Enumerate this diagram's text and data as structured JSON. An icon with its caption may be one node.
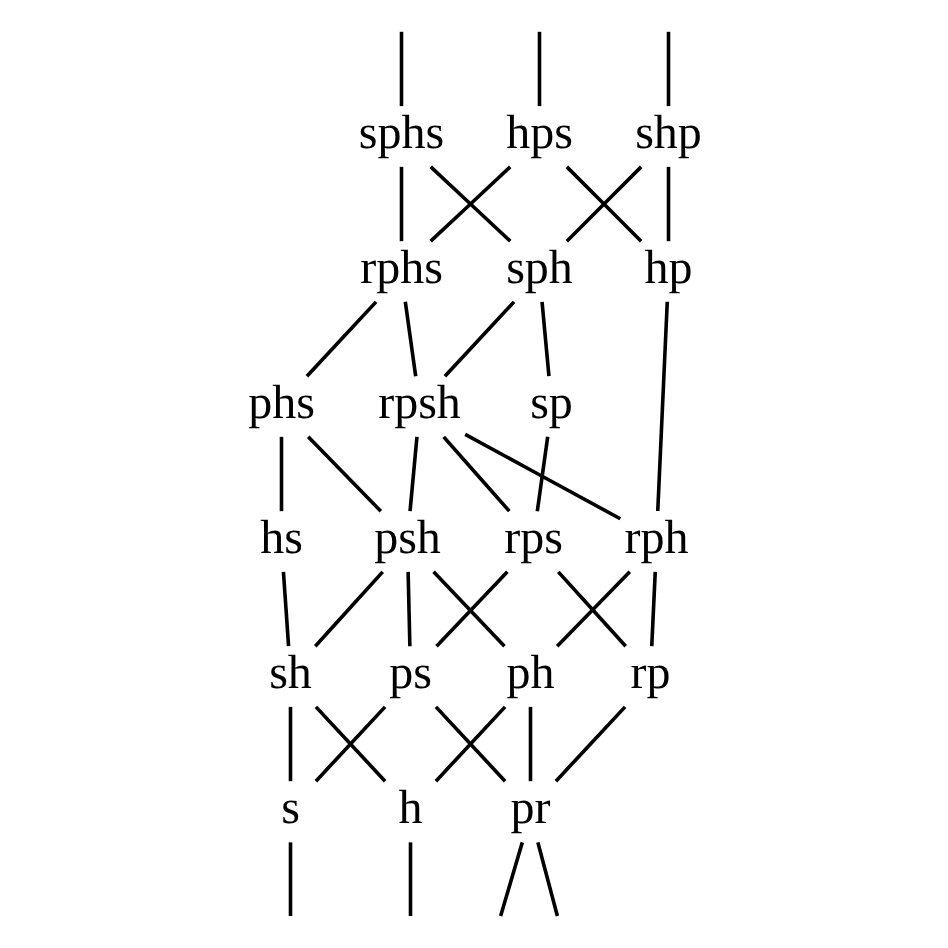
{
  "diagram": {
    "nodes": [
      {
        "text": [
          "hps"
        ]
      },
      {
        "text": [
          "sphs"
        ]
      },
      {
        "text": [
          "shp"
        ]
      },
      {
        "text": [
          "rphs"
        ]
      },
      {
        "text": [
          "sph"
        ]
      },
      {
        "text": [
          "hp"
        ]
      },
      {
        "text": [
          "phs"
        ]
      },
      {
        "text": [
          "rpsh"
        ]
      },
      {
        "text": [
          "sp"
        ]
      },
      {
        "text": [
          "hs"
        ]
      },
      {
        "text": [
          "psh"
        ]
      },
      {
        "text": [
          "rph"
        ]
      },
      {
        "text": [
          "rps"
        ]
      },
      {
        "text": [
          "sh"
        ]
      },
      {
        "text": [
          "ph"
        ]
      },
      {
        "text": [
          "ps"
        ]
      },
      {
        "text": [
          "rp"
        ]
      },
      {
        "text": [
          "h"
        ]
      },
      {
        "text": [
          "s"
        ]
      },
      {
        "text": [
          "pr"
        ]
      }
    ],
    "edges": [
      {
        "from": null,
        "to": 0,
        "arrow": "none"
      },
      {
        "from": null,
        "to": 1,
        "arrow": "none"
      },
      {
        "from": null,
        "to": 2,
        "arrow": "none"
      },
      {
        "from": 0,
        "to": 3,
        "arrow": "none"
      },
      {
        "from": 0,
        "to": 5,
        "arrow": "none"
      },
      {
        "from": 1,
        "to": 3,
        "arrow": "none"
      },
      {
        "from": 1,
        "to": 4,
        "arrow": "none"
      },
      {
        "from": 2,
        "to": 4,
        "arrow": "none"
      },
      {
        "from": 2,
        "to": 5,
        "arrow": "none"
      },
      {
        "from": 3,
        "to": 6,
        "arrow": "none"
      },
      {
        "from": 3,
        "to": 7,
        "arrow": "none"
      },
      {
        "from": 4,
        "to": 7,
        "arrow": "none"
      },
      {
        "from": 4,
        "to": 8,
        "arrow": "none"
      },
      {
        "from": 5,
        "to": 11,
        "arrow": "none"
      },
      {
        "from": 6,
        "to": 9,
        "arrow": "none"
      },
      {
        "from": 6,
        "to": 10,
        "arrow": "none"
      },
      {
        "from": 7,
        "to": 10,
        "arrow": "none"
      },
      {
        "from": 7,
        "to": 11,
        "arrow": "none"
      },
      {
        "from": 7,
        "to": 12,
        "arrow": "none"
      },
      {
        "from": 8,
        "to": 12,
        "arrow": "none"
      },
      {
        "from": 9,
        "to": 13,
        "arrow": "none"
      },
      {
        "from": 10,
        "to": 13,
        "arrow": "none"
      },
      {
        "from": 10,
        "to": 14,
        "arrow": "none"
      },
      {
        "from": 10,
        "to": 15,
        "arrow": "none"
      },
      {
        "from": 11,
        "to": 14,
        "arrow": "none"
      },
      {
        "from": 11,
        "to": 16,
        "arrow": "none"
      },
      {
        "from": 12,
        "to": 15,
        "arrow": "none"
      },
      {
        "from": 12,
        "to": 16,
        "arrow": "none"
      },
      {
        "from": 13,
        "to": 17,
        "arrow": "none"
      },
      {
        "from": 13,
        "to": 18,
        "arrow": "none"
      },
      {
        "from": 14,
        "to": 17,
        "arrow": "none"
      },
      {
        "from": 14,
        "to": 19,
        "arrow": "none"
      },
      {
        "from": 15,
        "to": 18,
        "arrow": "none"
      },
      {
        "from": 15,
        "to": 19,
        "arrow": "none"
      },
      {
        "from": 16,
        "to": 19,
        "arrow": "none"
      },
      {
        "from": 17,
        "to": null,
        "arrow": "none"
      },
      {
        "from": 18,
        "to": null,
        "arrow": "none"
      },
      {
        "from": 19,
        "to": null,
        "arrow": "none"
      },
      {
        "from": 19,
        "to": null,
        "arrow": "none"
      }
    ]
  }
}
